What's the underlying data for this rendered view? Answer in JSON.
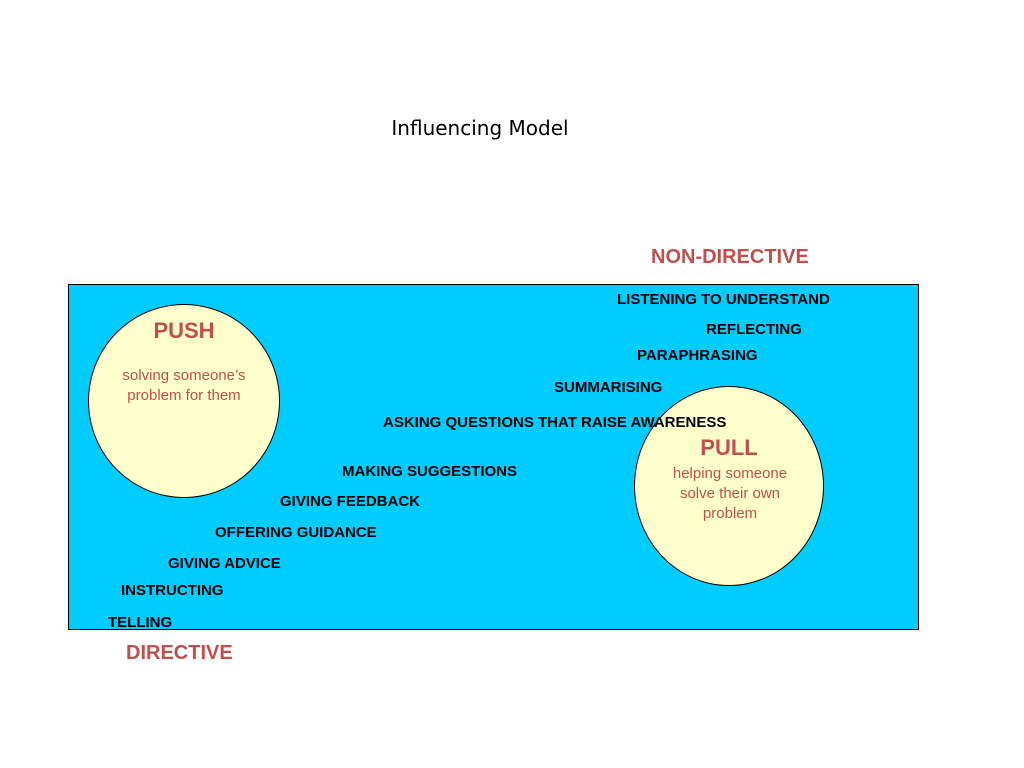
{
  "title": "Influencing Model",
  "axis": {
    "top_label": "NON-DIRECTIVE",
    "bottom_label": "DIRECTIVE"
  },
  "push": {
    "title": "PUSH",
    "description": "solving someone’s problem for them"
  },
  "pull": {
    "title": "PULL",
    "description": "helping someone solve their own problem"
  },
  "behaviours": [
    "LISTENING TO UNDERSTAND",
    "REFLECTING",
    "PARAPHRASING",
    "SUMMARISING",
    "ASKING QUESTIONS THAT RAISE AWARENESS",
    "MAKING SUGGESTIONS",
    "GIVING FEEDBACK",
    "OFFERING GUIDANCE",
    "GIVING ADVICE",
    "INSTRUCTING",
    "TELLING"
  ],
  "colors": {
    "panel": "#00ccff",
    "ellipse_fill": "#ffffcc",
    "accent_text": "#c0504d"
  }
}
